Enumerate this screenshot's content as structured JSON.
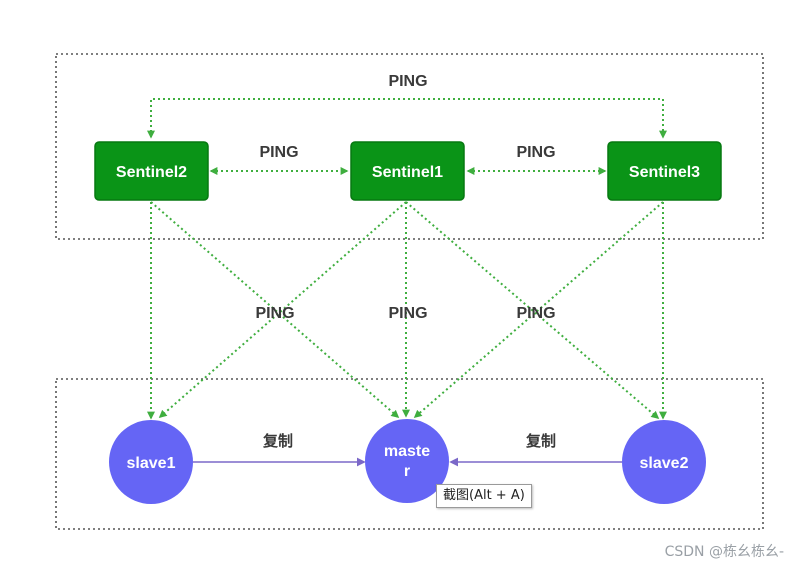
{
  "diagram": {
    "colors": {
      "sentinel_fill": "#0a9417",
      "sentinel_stroke": "#067810",
      "sentinel_text": "#ffffff",
      "node_fill": "#6565f5",
      "node_text": "#ffffff",
      "ping_line": "#3fae3f",
      "replication_line": "#7b68c8",
      "label_text": "#3a3a3a",
      "group_border": "#555555"
    },
    "labels": {
      "ping_top": "PING",
      "ping_left": "PING",
      "ping_right": "PING",
      "ping_mid_left": "PING",
      "ping_mid_center": "PING",
      "ping_mid_right": "PING",
      "replicate_left": "复制",
      "replicate_right": "复制"
    },
    "sentinels": {
      "sentinel2": "Sentinel2",
      "sentinel1": "Sentinel1",
      "sentinel3": "Sentinel3"
    },
    "nodes": {
      "slave1": "slave1",
      "master_line1": "maste",
      "master_line2": "r",
      "slave2": "slave2"
    }
  },
  "tooltip": {
    "text": "截图(Alt + A)"
  },
  "watermark": {
    "text": "CSDN @栋幺栋幺-"
  }
}
